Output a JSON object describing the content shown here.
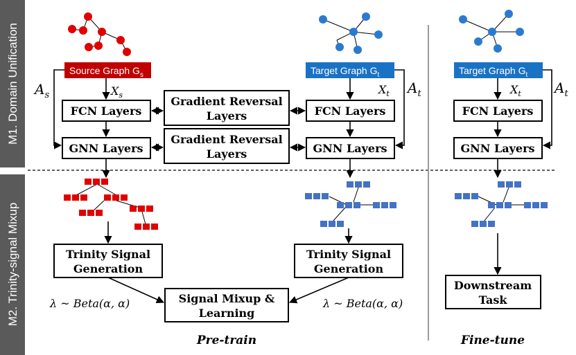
{
  "sections": {
    "m1": "M1. Domain Unification",
    "m2": "M2. Trinity-signal Mixup"
  },
  "graphs": {
    "source": "Source Graph G",
    "source_sub": "s",
    "target": "Target Graph G",
    "target_sub": "t",
    "finetune": "Target Graph G",
    "finetune_sub": "t"
  },
  "boxes": {
    "fcn_left": "FCN Layers",
    "gnn_left": "GNN Layers",
    "grl_top_line1": "Gradient Reversal",
    "grl_top_line2": "Layers",
    "grl_bottom_line1": "Gradient Reversal",
    "grl_bottom_line2": "Layers",
    "fcn_right": "FCN Layers",
    "gnn_right": "GNN Layers",
    "fcn_ft": "FCN Layers",
    "gnn_ft": "GNN Layers",
    "tsg_left_line1": "Trinity Signal",
    "tsg_left_line2": "Generation",
    "tsg_right_line1": "Trinity Signal",
    "tsg_right_line2": "Generation",
    "mix_line1": "Signal Mixup &",
    "mix_line2": "Learning",
    "down_line1": "Downstream",
    "down_line2": "Task"
  },
  "labels": {
    "xs": "X",
    "xs_sub": "s",
    "xt": "X",
    "xt_sub": "t",
    "xt_ft": "X",
    "xt_ft_sub": "t",
    "as": "A",
    "as_sub": "s",
    "at": "A",
    "at_sub": "t",
    "at_ft": "A",
    "at_ft_sub": "t",
    "lambda_left": "λ ~ Beta(α, α)",
    "lambda_right": "λ ~ Beta(α, α)"
  },
  "captions": {
    "pretrain": "Pre-train",
    "finetune": "Fine-tune"
  },
  "colors": {
    "source": "#e00000",
    "target": "#2a7bd0",
    "source_label_bg": "#c00000",
    "target_label_bg": "#1a72c4",
    "side_bar": "#5a5a5a",
    "signal_blue": "#4472c4"
  }
}
